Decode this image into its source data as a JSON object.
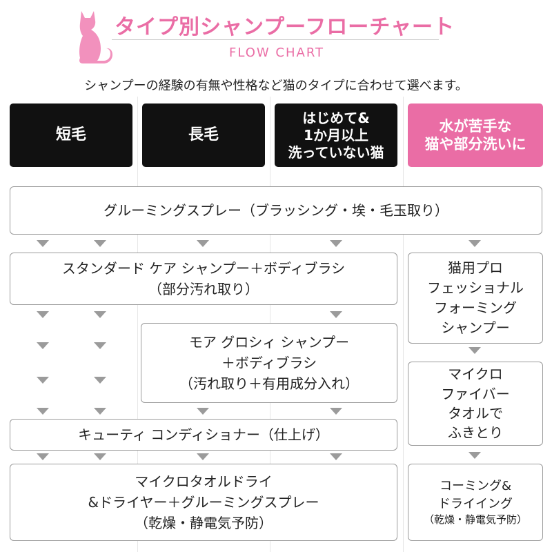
{
  "header": {
    "title": "タイプ別シャンプーフローチャート",
    "subtitle": "FLOW CHART",
    "intro": "シャンプーの経験の有無や性格など猫のタイプに合わせて選べます。",
    "icon": "cat-silhouette-icon",
    "accent_color": "#ea6da5"
  },
  "types": [
    {
      "lines": [
        "短毛"
      ]
    },
    {
      "lines": [
        "長毛"
      ]
    },
    {
      "lines": [
        "はじめて&",
        "1か月以上",
        "洗っていない猫"
      ]
    },
    {
      "lines": [
        "水が苦手な",
        "猫や部分洗いに"
      ]
    }
  ],
  "steps": {
    "grooming_spray": {
      "lines": [
        "グルーミングスプレー（ブラッシング・埃・毛玉取り）"
      ]
    },
    "standard_care": {
      "lines": [
        "スタンダード ケア シャンプー＋ボディブラシ",
        "（部分汚れ取り）"
      ]
    },
    "more_glossy": {
      "lines": [
        "モア グロシィ シャンプー",
        "＋ボディブラシ",
        "（汚れ取り＋有用成分入れ）"
      ]
    },
    "cutie_conditioner": {
      "lines": [
        "キューティ コンディショナー（仕上げ）"
      ]
    },
    "drying": {
      "lines": [
        "マイクロタオルドライ",
        "&ドライヤー＋グルーミングスプレー",
        "（乾燥・静電気予防）"
      ]
    },
    "pro_foaming": {
      "lines": [
        "猫用プロ",
        "フェッショナル",
        "フォーミング",
        "シャンプー"
      ]
    },
    "microfiber": {
      "lines": [
        "マイクロ",
        "ファイバー",
        "タオルで",
        "ふきとり"
      ]
    },
    "combing": {
      "lines": [
        "コーミング&",
        "ドライイング"
      ],
      "sub": "（乾燥・静電気予防）"
    }
  }
}
